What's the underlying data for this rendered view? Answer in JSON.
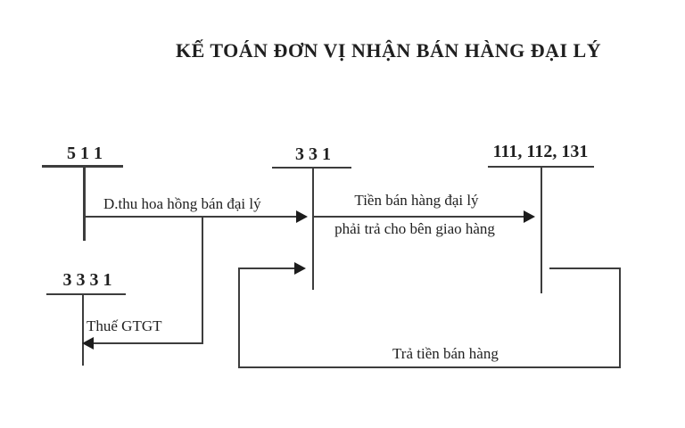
{
  "title": "KẾ TOÁN ĐƠN VỊ NHẬN BÁN HÀNG ĐẠI LÝ",
  "accounts": {
    "revenue_511": {
      "code": "5 1 1"
    },
    "vat_3331": {
      "code": "3 3 3 1"
    },
    "payable_331": {
      "code": "3 3 1"
    },
    "cash_111_112_131": {
      "code": "111, 112, 131"
    }
  },
  "flows": {
    "commission_revenue": {
      "label": "D.thu hoa hồng bán đại lý"
    },
    "agency_sales_payable": {
      "label_line1": "Tiền bán hàng đại lý",
      "label_line2": "phải trả cho bên giao hàng"
    },
    "vat": {
      "label": "Thuế GTGT"
    },
    "payment": {
      "label": "Trả tiền bán hàng"
    }
  },
  "colors": {
    "line": "#3d3d3d",
    "arrow": "#1c1c1c",
    "text": "#1f1f1f",
    "background": "#ffffff"
  }
}
